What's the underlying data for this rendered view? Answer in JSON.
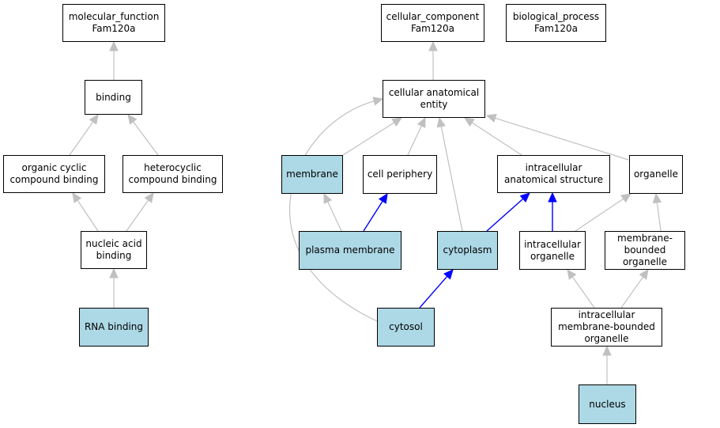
{
  "colors": {
    "highlight": "#add8e6",
    "edge_default": "#c0c0c0",
    "edge_highlight": "#0000ff"
  },
  "nodes": {
    "molecular_function": {
      "lines": [
        "molecular_function",
        "Fam120a"
      ],
      "highlighted": false
    },
    "binding": {
      "lines": [
        "binding"
      ],
      "highlighted": false
    },
    "organic_cyclic": {
      "lines": [
        "organic cyclic",
        "compound binding"
      ],
      "highlighted": false
    },
    "heterocyclic": {
      "lines": [
        "heterocyclic",
        "compound binding"
      ],
      "highlighted": false
    },
    "nucleic_acid": {
      "lines": [
        "nucleic acid",
        "binding"
      ],
      "highlighted": false
    },
    "rna_binding": {
      "lines": [
        "RNA binding"
      ],
      "highlighted": true
    },
    "cellular_component": {
      "lines": [
        "cellular_component",
        "Fam120a"
      ],
      "highlighted": false
    },
    "biological_process": {
      "lines": [
        "biological_process",
        "Fam120a"
      ],
      "highlighted": false
    },
    "cae": {
      "lines": [
        "cellular anatomical",
        "entity"
      ],
      "highlighted": false
    },
    "membrane": {
      "lines": [
        "membrane"
      ],
      "highlighted": true
    },
    "cell_periphery": {
      "lines": [
        "cell periphery"
      ],
      "highlighted": false
    },
    "ias": {
      "lines": [
        "intracellular",
        "anatomical structure"
      ],
      "highlighted": false
    },
    "organelle": {
      "lines": [
        "organelle"
      ],
      "highlighted": false
    },
    "plasma_membrane": {
      "lines": [
        "plasma membrane"
      ],
      "highlighted": true
    },
    "cytoplasm": {
      "lines": [
        "cytoplasm"
      ],
      "highlighted": true
    },
    "intra_organelle": {
      "lines": [
        "intracellular",
        "organelle"
      ],
      "highlighted": false
    },
    "mbo": {
      "lines": [
        "membrane-bounded",
        "organelle"
      ],
      "highlighted": false
    },
    "cytosol": {
      "lines": [
        "cytosol"
      ],
      "highlighted": true
    },
    "imbo": {
      "lines": [
        "intracellular",
        "membrane-bounded",
        "organelle"
      ],
      "highlighted": false
    },
    "nucleus": {
      "lines": [
        "nucleus"
      ],
      "highlighted": true
    }
  },
  "edges": [
    {
      "from": "binding",
      "to": "molecular_function",
      "highlighted": false
    },
    {
      "from": "organic_cyclic",
      "to": "binding",
      "highlighted": false
    },
    {
      "from": "heterocyclic",
      "to": "binding",
      "highlighted": false
    },
    {
      "from": "nucleic_acid",
      "to": "organic_cyclic",
      "highlighted": false
    },
    {
      "from": "nucleic_acid",
      "to": "heterocyclic",
      "highlighted": false
    },
    {
      "from": "rna_binding",
      "to": "nucleic_acid",
      "highlighted": false
    },
    {
      "from": "cae",
      "to": "cellular_component",
      "highlighted": false
    },
    {
      "from": "membrane",
      "to": "cae",
      "highlighted": false
    },
    {
      "from": "cell_periphery",
      "to": "cae",
      "highlighted": false
    },
    {
      "from": "ias",
      "to": "cae",
      "highlighted": false
    },
    {
      "from": "organelle",
      "to": "cae",
      "highlighted": false
    },
    {
      "from": "cytoplasm",
      "to": "cae",
      "highlighted": false
    },
    {
      "from": "cytosol",
      "to": "cae",
      "highlighted": false
    },
    {
      "from": "plasma_membrane",
      "to": "membrane",
      "highlighted": false
    },
    {
      "from": "plasma_membrane",
      "to": "cell_periphery",
      "highlighted": true
    },
    {
      "from": "cytoplasm",
      "to": "ias",
      "highlighted": true
    },
    {
      "from": "intra_organelle",
      "to": "ias",
      "highlighted": true
    },
    {
      "from": "intra_organelle",
      "to": "organelle",
      "highlighted": false
    },
    {
      "from": "mbo",
      "to": "organelle",
      "highlighted": false
    },
    {
      "from": "cytosol",
      "to": "cytoplasm",
      "highlighted": true
    },
    {
      "from": "imbo",
      "to": "intra_organelle",
      "highlighted": false
    },
    {
      "from": "imbo",
      "to": "mbo",
      "highlighted": false
    },
    {
      "from": "nucleus",
      "to": "imbo",
      "highlighted": false
    }
  ]
}
